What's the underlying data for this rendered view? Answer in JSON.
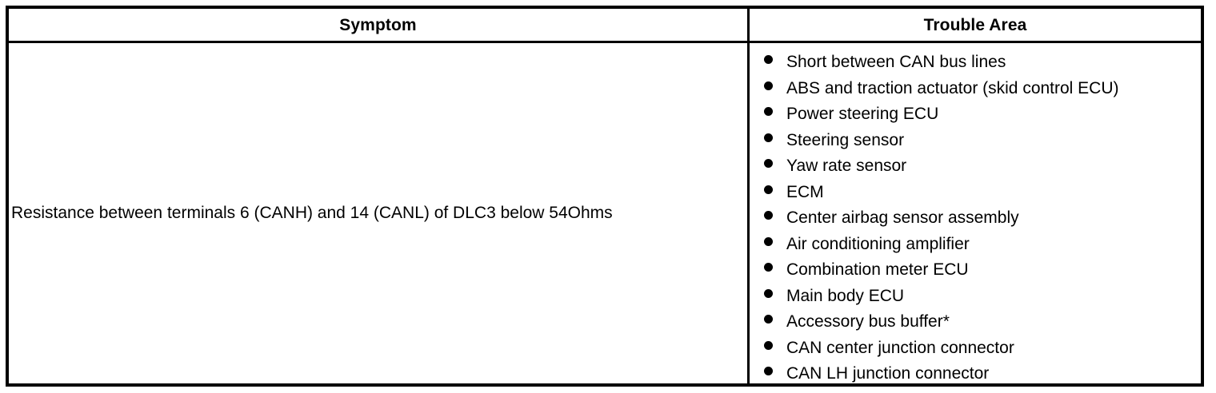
{
  "table": {
    "columns": [
      {
        "key": "symptom",
        "label": "Symptom"
      },
      {
        "key": "trouble_area",
        "label": "Trouble Area"
      }
    ],
    "rows": [
      {
        "symptom": "Resistance between terminals 6 (CANH) and 14 (CANL) of DLC3 below 54Ohms",
        "trouble_area": [
          "Short between CAN bus lines",
          "ABS and traction actuator (skid control ECU)",
          "Power steering ECU",
          "Steering sensor",
          "Yaw rate sensor",
          "ECM",
          "Center airbag sensor assembly",
          "Air conditioning amplifier",
          "Combination meter ECU",
          "Main body ECU",
          "Accessory bus buffer*",
          "CAN center junction connector",
          "CAN LH junction connector"
        ]
      }
    ]
  },
  "style": {
    "text_color": "#000000",
    "background_color": "#ffffff",
    "border_color": "#000000"
  }
}
